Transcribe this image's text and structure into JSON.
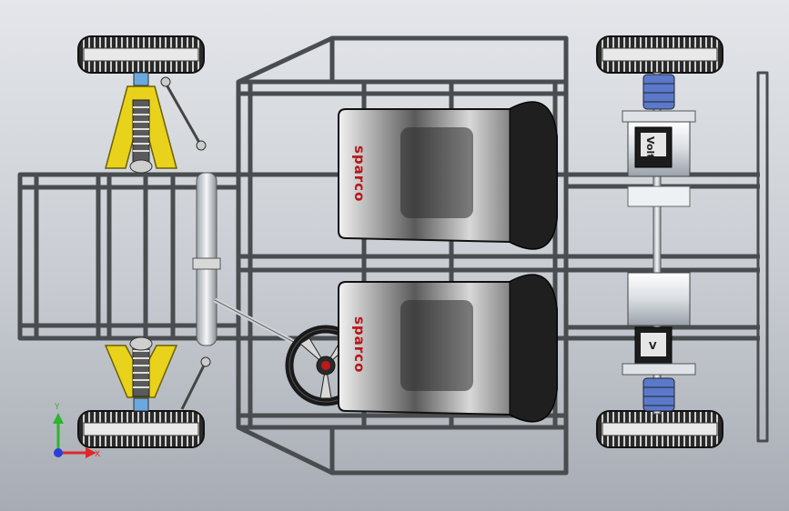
{
  "model": {
    "seat_brand": "sparco",
    "motor_brand": "Volt",
    "motor_mark": "V"
  },
  "triad": {
    "x_label": "X",
    "y_label": "Y",
    "colors": {
      "x": "#e0262a",
      "y": "#2db52d",
      "z": "#2a3fd8"
    }
  },
  "colors": {
    "frame": "#4a4d4f",
    "wheel": "#1b1b1b",
    "suspension": "#e8d21b",
    "rim_accent": "#c01818",
    "coupling": "#5b79c9"
  }
}
